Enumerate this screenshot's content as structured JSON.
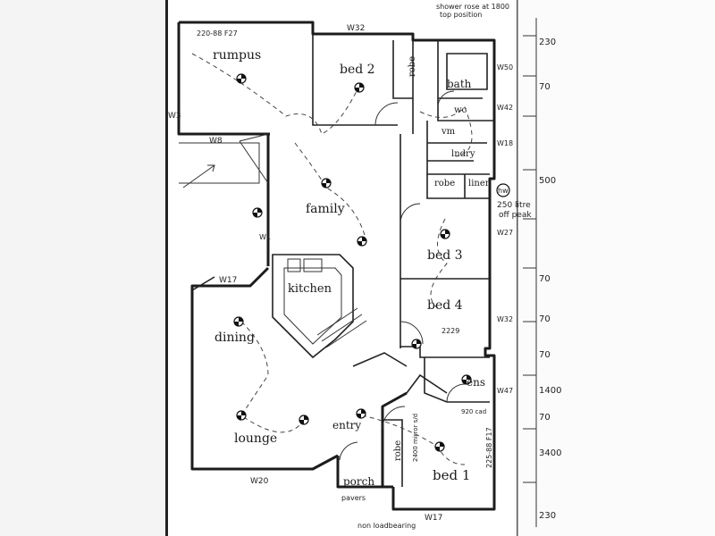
{
  "title": "",
  "colors": {
    "paper": "#ffffff",
    "ink": "#1c1c1c",
    "shade": "#d9d9d9"
  },
  "rooms": {
    "rumpus": "rumpus",
    "bed2": "bed 2",
    "robe1": "robe",
    "bath": "bath",
    "wc": "wc",
    "vm": "vm",
    "lndry": "lndry",
    "robe2": "robe",
    "linen": "linen",
    "family": "family",
    "bed3": "bed 3",
    "kitchen": "kitchen",
    "bed4": "bed 4",
    "dining": "dining",
    "ens": "ens",
    "lounge": "lounge",
    "entry": "entry",
    "porch": "porch",
    "bed1": "bed 1",
    "robe3": "robe"
  },
  "notes": {
    "shower_rose": "shower rose at 1800",
    "top_position": "top position",
    "hw_note_1": "250 litre",
    "hw_note_2": "off peak",
    "hw": "hw",
    "non_loadbearing": "non loadbearing",
    "pavers": "pavers",
    "rumpus_beam": "220-88 F27",
    "bed1_beam": "225-88 F17",
    "bed2_dim": "2229",
    "ens_dim": "920 cad",
    "robe_dim": "2400 mirror s/d",
    "scale_dims": [
      "230",
      "70",
      "500",
      "70",
      "70",
      "70",
      "1400",
      "70",
      "3400",
      "230"
    ]
  },
  "windows": [
    "W32",
    "W8",
    "W3",
    "W17",
    "W20",
    "W17",
    "W42",
    "W18",
    "W50",
    "W27",
    "W47",
    "W32",
    "W1"
  ]
}
